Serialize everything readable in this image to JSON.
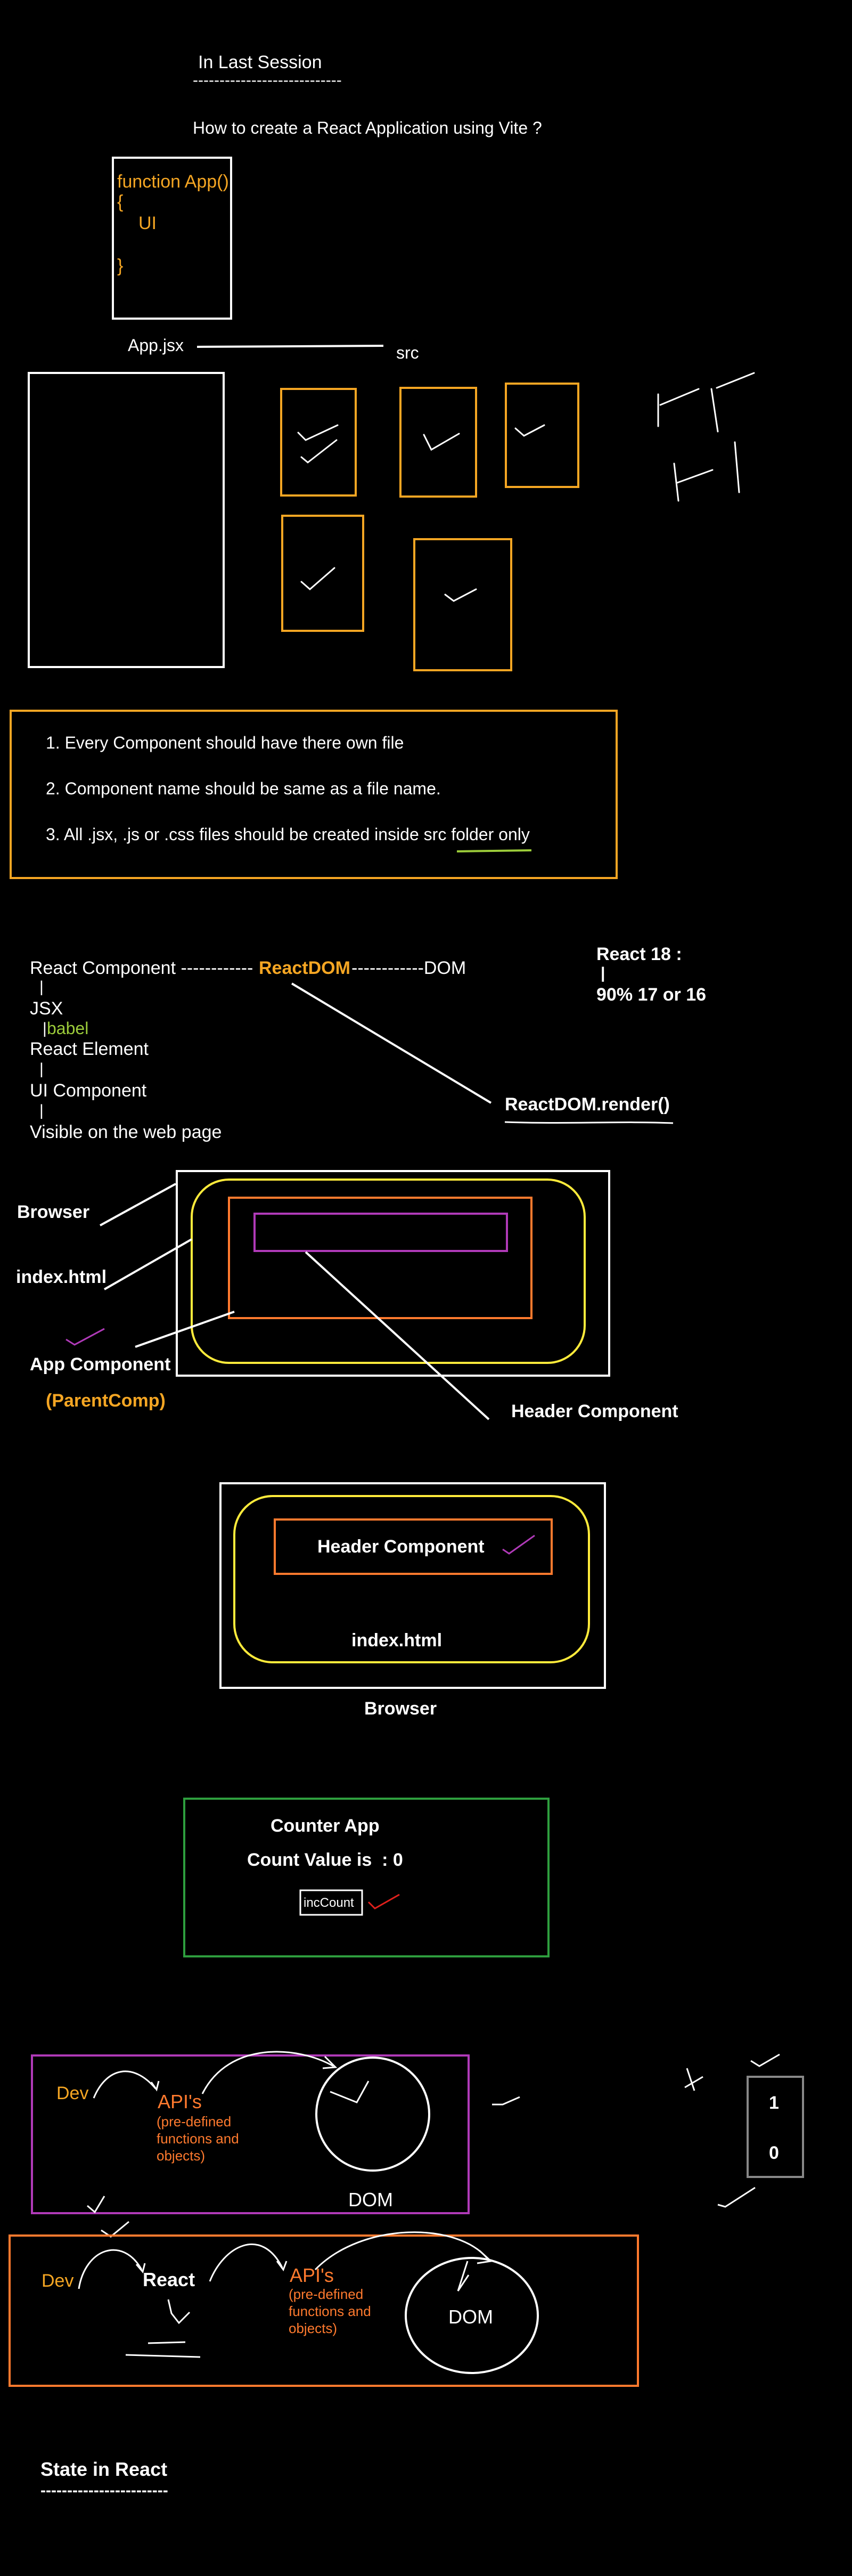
{
  "intro": {
    "title": "In Last Session",
    "underline": "----------------------------",
    "question": "How to create a React Application using Vite ?"
  },
  "code_box": {
    "line1": "function App()",
    "line2": "{",
    "line3": "UI",
    "line4": "}",
    "filename": "App.jsx",
    "folder": "src"
  },
  "rules": {
    "r1": "1. Every Component should have there own file",
    "r2": "2. Component name should be same as a file name.",
    "r3": "3. All .jsx, .js or .css files should be created inside src folder only"
  },
  "flow": {
    "react_component": "React Component ------------",
    "reactdom": "ReactDOM",
    "dom": "------------DOM",
    "bar1": "|",
    "jsx": "JSX",
    "babel_bar": "|",
    "babel": "babel",
    "react_element": "React Element",
    "bar2": "|",
    "ui_component": "UI Component",
    "bar3": "|",
    "visible": "Visible on the web page",
    "render": "ReactDOM.render()",
    "react18": "React 18 :",
    "react18_bar": "|",
    "versions": "90% 17 or 16"
  },
  "layers1": {
    "browser": "Browser",
    "index": "index.html",
    "app": "App Component",
    "parent": "(ParentComp)",
    "header": "Header Component"
  },
  "layers2": {
    "header": "Header Component",
    "index": "index.html",
    "browser": "Browser"
  },
  "counter": {
    "title": "Counter App",
    "value_label": "Count Value is  : 0",
    "button": "incCount"
  },
  "api1": {
    "dev": "Dev",
    "apis": "API's",
    "desc1": "(pre-defined",
    "desc2": "functions and",
    "desc3": "objects)",
    "dom": "DOM"
  },
  "api2": {
    "dev": "Dev",
    "react": "React",
    "apis": "API's",
    "desc1": "(pre-defined",
    "desc2": "functions and",
    "desc3": "objects)",
    "dom": "DOM"
  },
  "counter_box": {
    "one": "1",
    "zero": "0"
  },
  "state": {
    "title": "State in React",
    "underline": "------------------------"
  },
  "colors": {
    "background": "#000000",
    "white": "#ffffff",
    "yellow": "#f5a623",
    "bright_yellow": "#ffeb3b",
    "orange": "#ff7a2e",
    "purple": "#b03ab8",
    "green": "#2e9e3e",
    "lime": "#9ccc3a",
    "red": "#e0201c",
    "grey": "#888888"
  }
}
